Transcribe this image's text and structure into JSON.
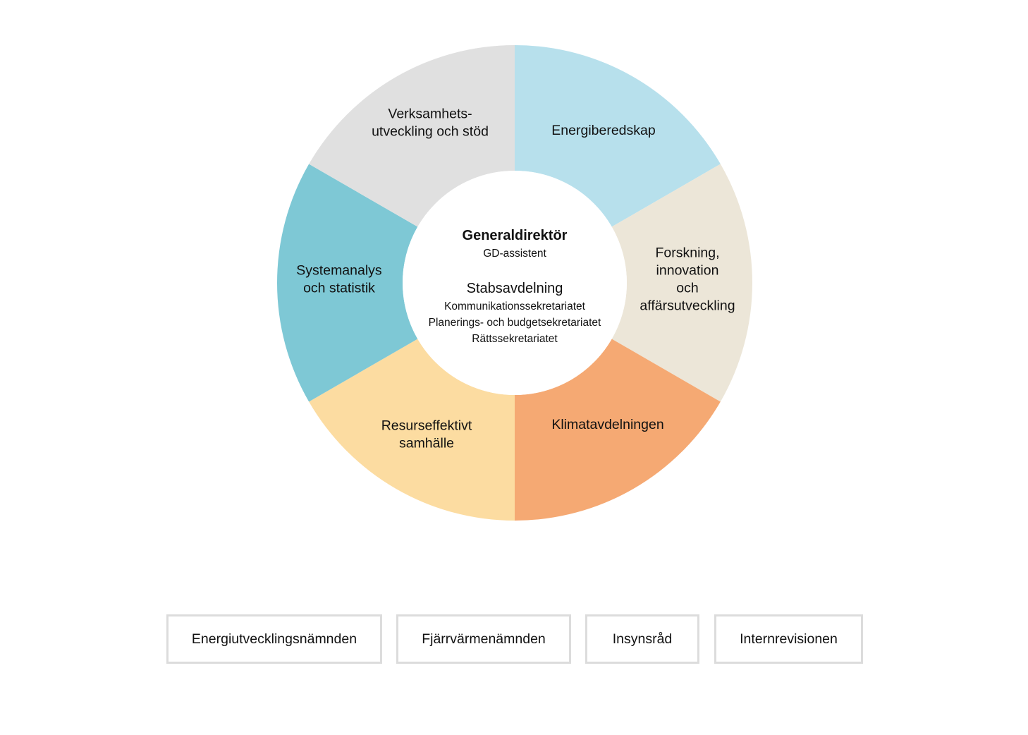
{
  "center": {
    "title": "Generaldirektör",
    "subtitle": "GD-assistent",
    "staff_heading": "Stabsavdelning",
    "staff_units": [
      "Kommunikationssekretariatet",
      "Planerings- och budgetsekretariatet",
      "Rättssekretariatet"
    ]
  },
  "segments": [
    {
      "name": "energiberedskap",
      "lines": [
        "Energiberedskap"
      ],
      "color": "#b7e0ec"
    },
    {
      "name": "forskning",
      "lines": [
        "Forskning,",
        "innovation",
        "och",
        "affärsutveckling"
      ],
      "color": "#ece6d8"
    },
    {
      "name": "klimat",
      "lines": [
        "Klimatavdelningen"
      ],
      "color": "#f5a973"
    },
    {
      "name": "resurseffektivt",
      "lines": [
        "Resurseffektivt",
        "samhälle"
      ],
      "color": "#fcdca1"
    },
    {
      "name": "systemanalys",
      "lines": [
        "Systemanalys",
        "och statistik"
      ],
      "color": "#7ec8d5"
    },
    {
      "name": "verksamhetsutveckling",
      "lines": [
        "Verksamhets-",
        "utveckling och stöd"
      ],
      "color": "#e0e0e0"
    }
  ],
  "boards": [
    {
      "label": "Energiutvecklingsnämnden"
    },
    {
      "label": "Fjärrvärmenämnden"
    },
    {
      "label": "Insynsråd"
    },
    {
      "label": "Internrevisionen"
    }
  ]
}
